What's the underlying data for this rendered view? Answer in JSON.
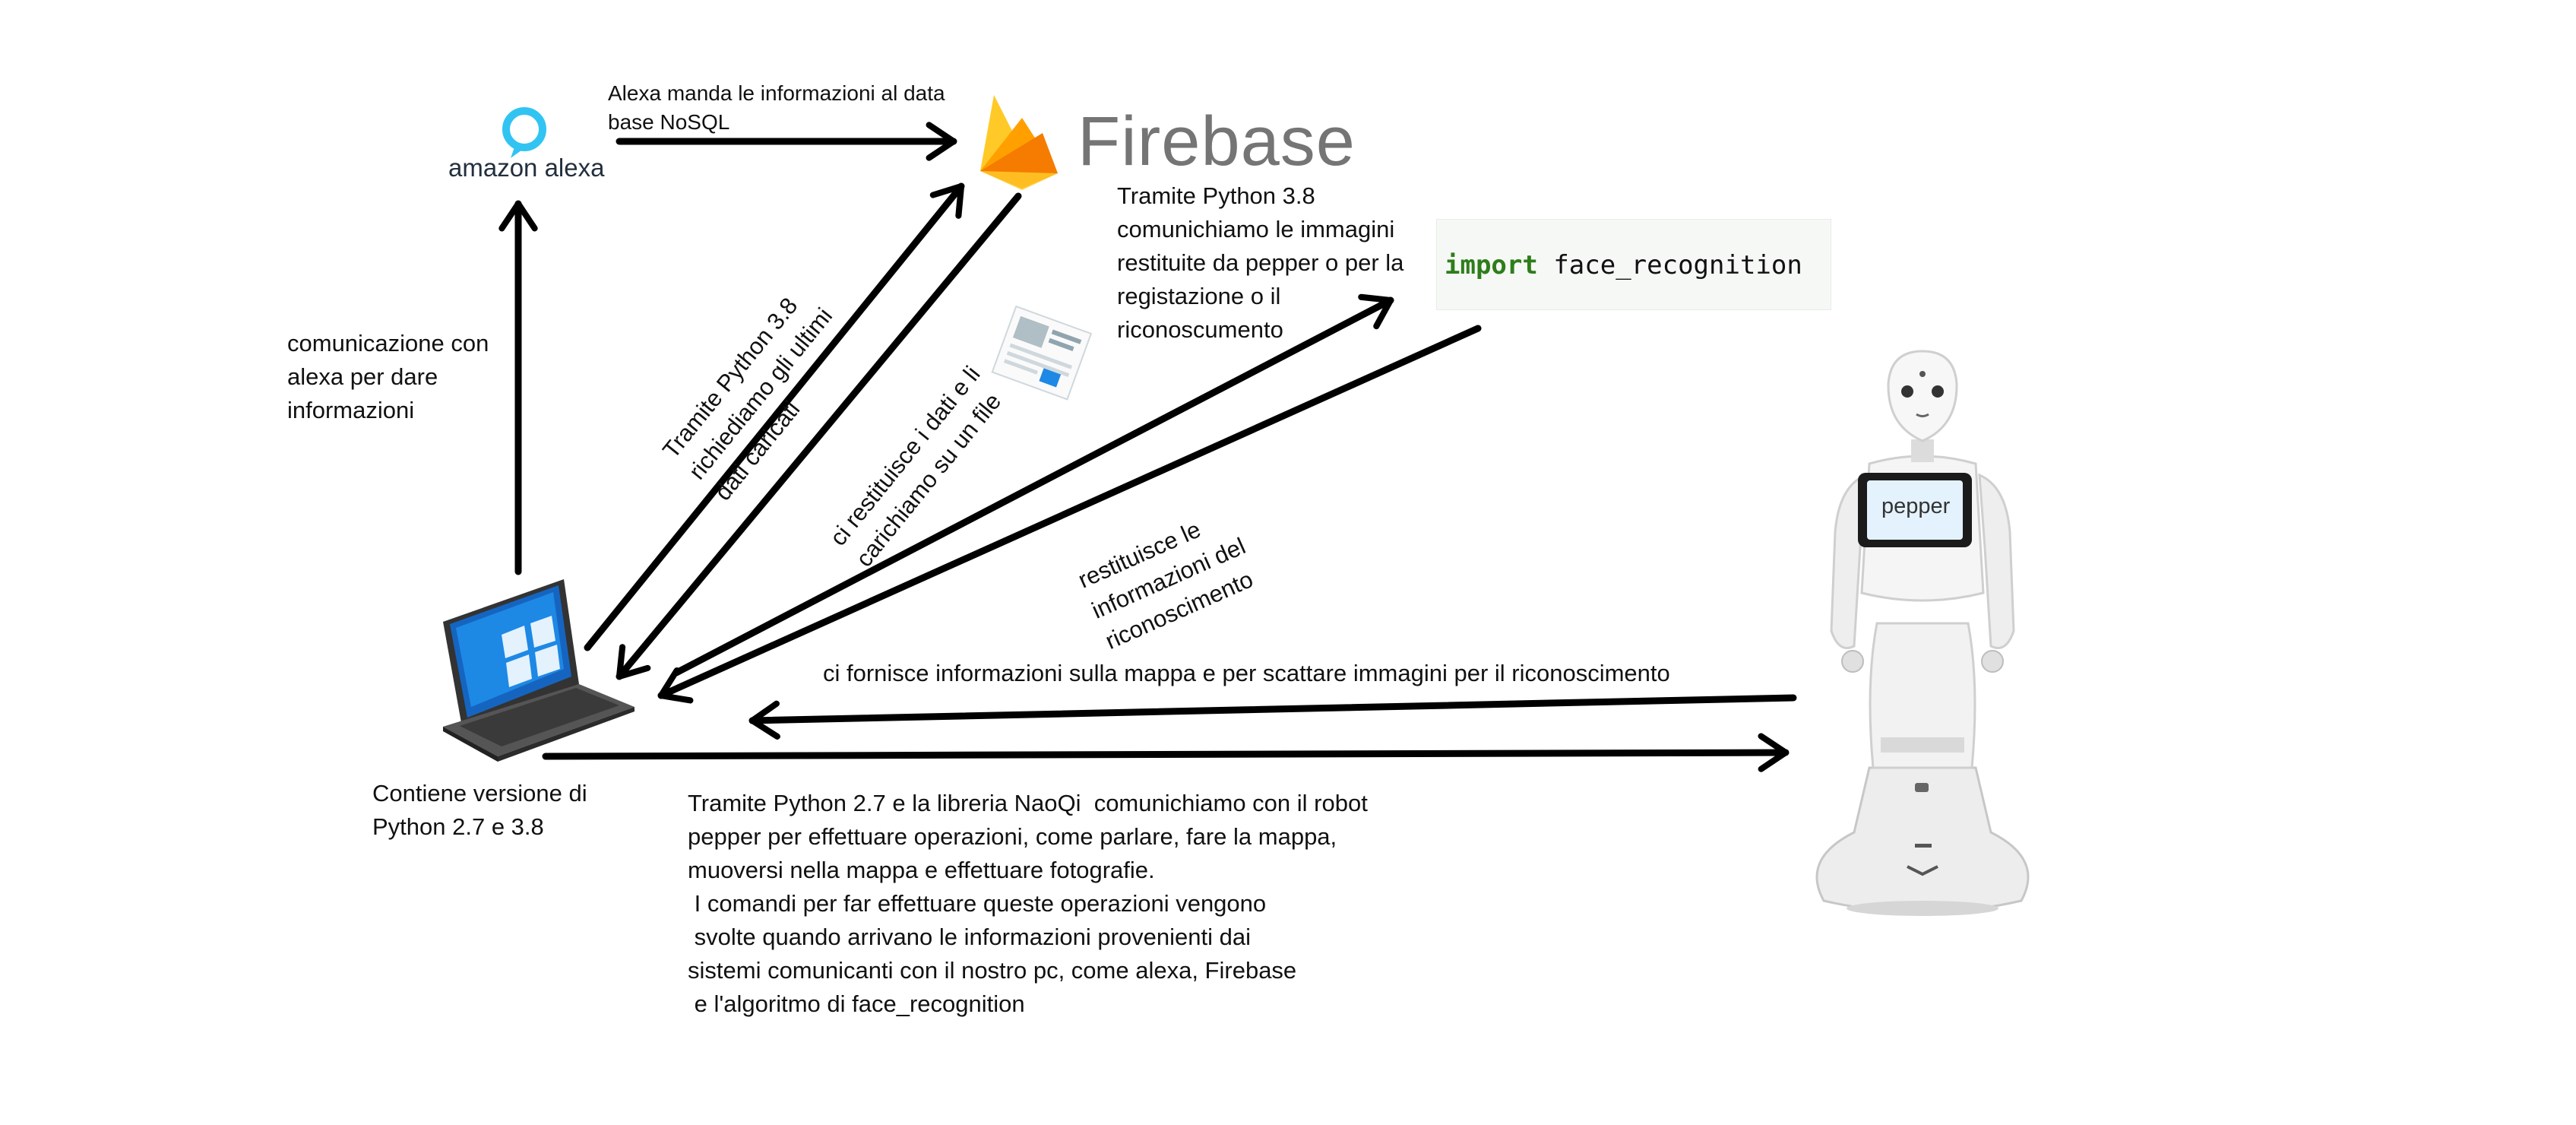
{
  "logos": {
    "alexa_word": "amazon alexa",
    "firebase_word": "Firebase",
    "pepper_screen": "pepper"
  },
  "code": {
    "keyword": "import",
    "module": "face_recognition"
  },
  "labels": {
    "alexa_to_firebase": "Alexa manda le informazioni al data\nbase NoSQL",
    "alexa_comm": "comunicazione con\nalexa per dare\ninformazioni",
    "request_data": "Tramite Python 3.8\nrichiediamo gli ultimi\ndati caricati",
    "return_data": "ci restituisce i dati e li\ncarichiamo su un file",
    "python38_images": "Tramite Python 3.8\ncomunichiamo le immagini\nrestituite da pepper o per la\nregistazione o il\nriconoscumento",
    "recognition_return": "restituisce le\ninformazioni del\nriconoscimento",
    "pepper_provides": "ci fornisce informazioni sulla mappa e per scattare immagini per il riconoscimento",
    "pc_versions": "Contiene versione di\nPython 2.7 e 3.8",
    "naoqi_description": "Tramite Python 2.7 e la libreria NaoQi  comunichiamo con il robot\npepper per effettuare operazioni, come parlare, fare la mappa,\nmuoversi nella mappa e effettuare fotografie.\n I comandi per far effettuare queste operazioni vengono\n svolte quando arrivano le informazioni provenienti dai\nsistemi comunicanti con il nostro pc, come alexa, Firebase\n e l'algoritmo di face_recognition"
  },
  "icons": [
    "alexa-logo-icon",
    "firebase-flame-icon",
    "laptop-icon",
    "document-icon",
    "pepper-robot-icon"
  ],
  "colors": {
    "arrow": "#000000",
    "alexa_ring": "#31c4f3",
    "firebase_yellow": "#ffca28",
    "firebase_orange": "#ffa000",
    "firebase_amber": "#f57c00",
    "firebase_text": "#757575",
    "code_keyword": "#2e7d1a"
  }
}
